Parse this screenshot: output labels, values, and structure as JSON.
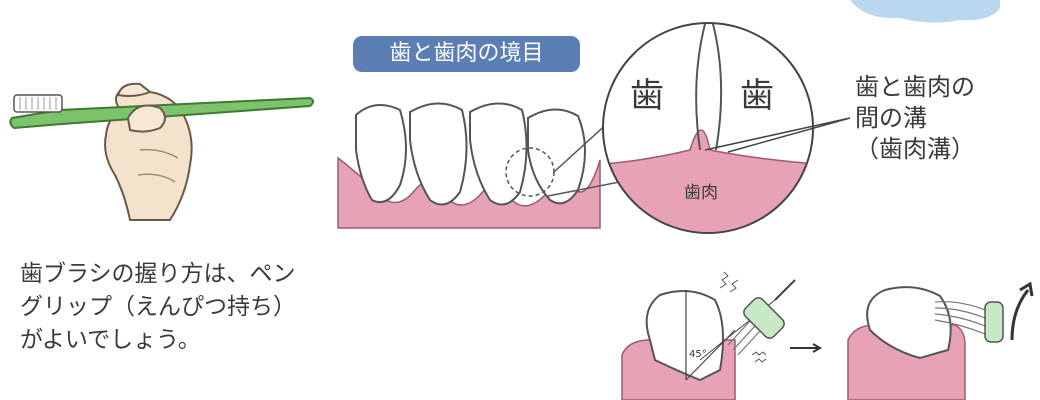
{
  "badge": {
    "label": "歯と歯肉の境目"
  },
  "zoom": {
    "left_tooth": "歯",
    "right_tooth": "歯",
    "gum": "歯肉"
  },
  "callout": {
    "line1": "歯と歯肉の",
    "line2": "間の溝",
    "line3": "（歯肉溝）"
  },
  "caption": {
    "line1": "歯ブラシの握り方は、ペン",
    "line2": "グリップ（えんぴつ持ち）",
    "line3": "がよいでしょう。"
  },
  "technique": {
    "angle": "45°",
    "step_arrow": "→"
  },
  "colors": {
    "gum_pink": "#e8a2b6",
    "tooth_white": "#ffffff",
    "brush_green": "#6fbf5a",
    "badge_blue": "#5b7fb5"
  }
}
